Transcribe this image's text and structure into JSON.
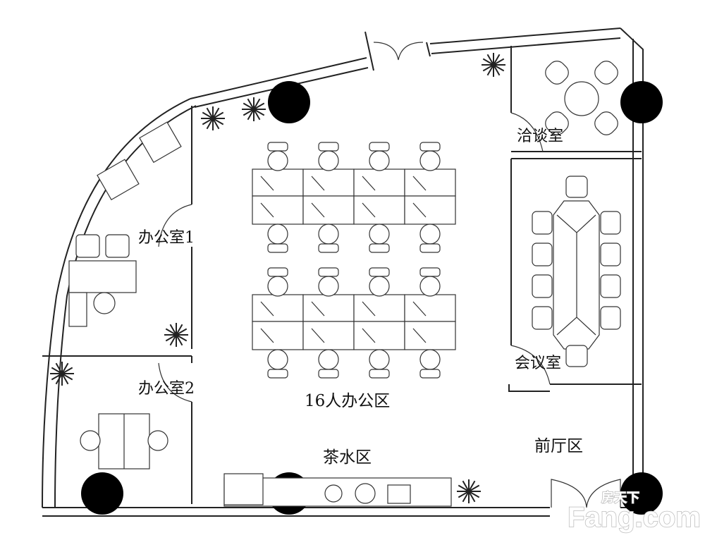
{
  "rooms": {
    "negotiation": "洽谈室",
    "meeting": "会议室",
    "office1": "办公室1",
    "office2": "办公室2",
    "open_office": "16人办公区",
    "tea": "茶水区",
    "lobby": "前厅区"
  },
  "watermark": {
    "cn": "房天下",
    "en": "Fang.com"
  },
  "colors": {
    "line": "#222222",
    "column": "#000000",
    "background": "#ffffff"
  }
}
